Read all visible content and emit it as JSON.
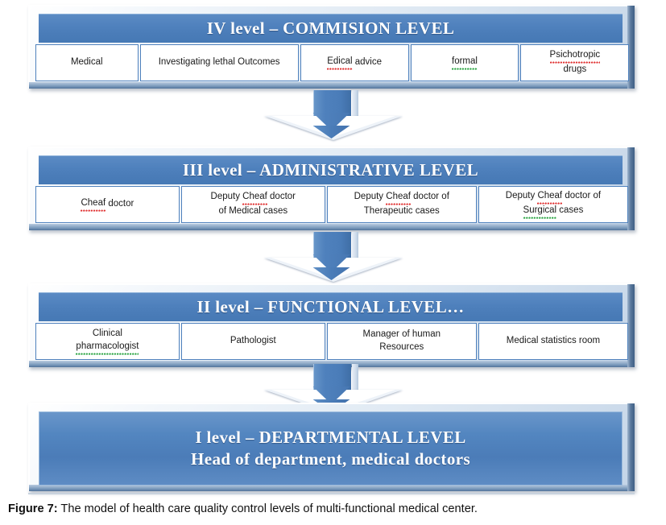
{
  "figure": {
    "caption_label": "Figure 7:",
    "caption_text": " The model of health care quality control levels of multi-functional medical center."
  },
  "colors": {
    "header_blue": "#4f81bd",
    "cell_border": "#4f81bd",
    "cell_background": "#ffffff",
    "bevel_light": "#eef3f9",
    "bevel_shadow": "#3e5f85",
    "spell_error_red": "#e03030",
    "grammar_error_green": "#27a33f",
    "header_text": "#ffffff"
  },
  "levels": [
    {
      "id": "level-4",
      "title": "IV level – COMMISION LEVEL",
      "cells": [
        {
          "text": "Medical",
          "width": 17.4,
          "spell": "none"
        },
        {
          "text": "Investigating lethal Outcomes",
          "width": 26.9,
          "spell": "none"
        },
        {
          "text": "Edical advice",
          "width": 18.4,
          "spell": "red",
          "spell_word": "Edical"
        },
        {
          "text": "formal",
          "width": 18.4,
          "spell": "green",
          "spell_word": "formal"
        },
        {
          "text": "Psichotropic drugs",
          "width": 18.4,
          "spell": "red",
          "spell_word": "Psichotropic"
        }
      ]
    },
    {
      "id": "level-3",
      "title": "III level – ADMINISTRATIVE  LEVEL",
      "cells": [
        {
          "text": "Cheaf doctor",
          "width": 24.4,
          "spell": "red",
          "spell_word": "Cheaf"
        },
        {
          "text": "Deputy Cheaf doctor of Medical cases",
          "width": 24.4,
          "spell": "red",
          "spell_word": "Cheaf"
        },
        {
          "text": "Deputy Cheaf doctor of Therapeutic cases",
          "width": 25.4,
          "spell": "red",
          "spell_word": "Cheaf"
        },
        {
          "text": "Deputy Cheaf doctor of Surgical cases",
          "width": 25.4,
          "spell": "red",
          "spell_word": "Cheaf"
        }
      ]
    },
    {
      "id": "level-2",
      "title": "II level – FUNCTIONAL LEVEL…",
      "cells": [
        {
          "text": "Clinical pharmacologist",
          "width": 24.4,
          "spell": "green",
          "spell_word": "pharmacologist"
        },
        {
          "text": "Pathologist",
          "width": 24.4,
          "spell": "none"
        },
        {
          "text": "Manager of human Resources",
          "width": 25.4,
          "spell": "none"
        },
        {
          "text": "Medical statistics room",
          "width": 25.4,
          "spell": "none"
        }
      ]
    }
  ],
  "bottom_level": {
    "id": "level-1",
    "title_line1": "I level – DEPARTMENTAL LEVEL",
    "title_line2": "Head of department, medical doctors"
  },
  "connectors": [
    {
      "id": "arrow-4-to-3",
      "direction": "down"
    },
    {
      "id": "arrow-3-to-2",
      "direction": "down"
    },
    {
      "id": "arrow-2-to-1",
      "direction": "down"
    }
  ]
}
